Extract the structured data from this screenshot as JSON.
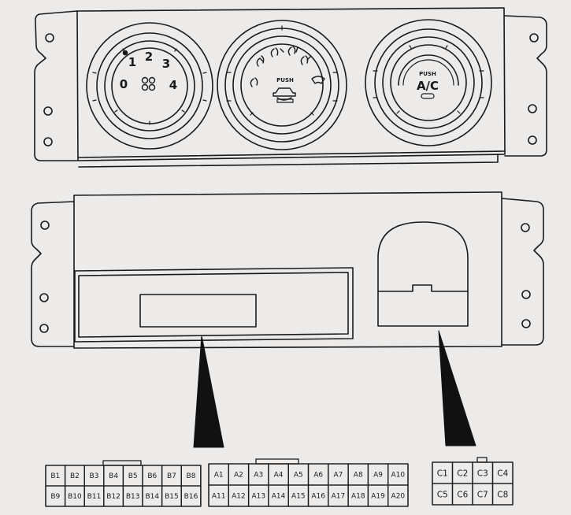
{
  "front_panel": {
    "fan_knob": {
      "labels": [
        "0",
        "1",
        "2",
        "3",
        "4"
      ]
    },
    "mode_knob": {
      "push_label": "PUSH"
    },
    "ac_knob": {
      "push_label": "PUSH",
      "ac_label": "A/C"
    }
  },
  "connectors": {
    "connector_b": {
      "row1": [
        "B1",
        "B2",
        "B3",
        "B4",
        "B5",
        "B6",
        "B7",
        "B8"
      ],
      "row2": [
        "B9",
        "B10",
        "B11",
        "B12",
        "B13",
        "B14",
        "B15",
        "B16"
      ]
    },
    "connector_a": {
      "row1": [
        "A1",
        "A2",
        "A3",
        "A4",
        "A5",
        "A6",
        "A7",
        "A8",
        "A9",
        "A10"
      ],
      "row2": [
        "A11",
        "A12",
        "A13",
        "A14",
        "A15",
        "A16",
        "A17",
        "A18",
        "A19",
        "A20"
      ]
    },
    "connector_c": {
      "row1": [
        "C1",
        "C2",
        "C3",
        "C4"
      ],
      "row2": [
        "C5",
        "C6",
        "C7",
        "C8"
      ]
    }
  },
  "colors": {
    "line": "#1a1a1a",
    "paper": "#ecebea"
  }
}
